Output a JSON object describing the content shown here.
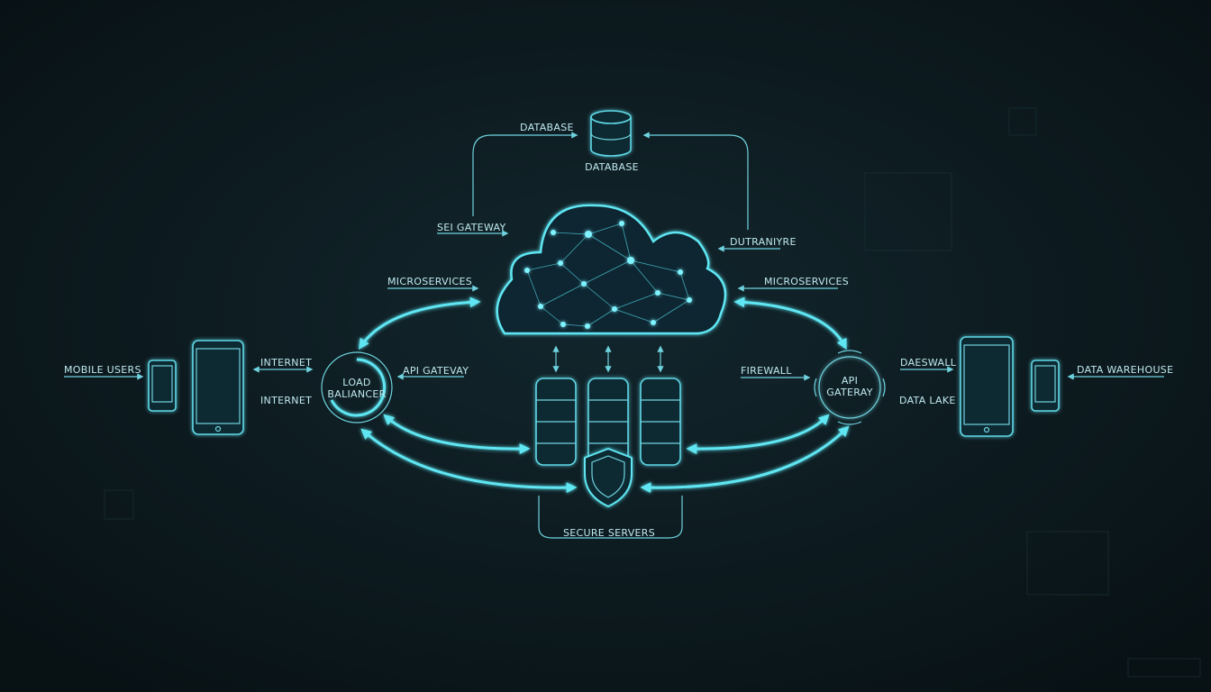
{
  "colors": {
    "background": "#0b1519",
    "accent": "#5fe6f2",
    "text": "#bfe9ef"
  },
  "labels": {
    "database_top": "DATABASE",
    "database_caption": "DATABASE",
    "sei_gateway": "SEI GATEWAY",
    "dutranyre": "DUTRANIYRE",
    "microservices_left": "MICROSERVICES",
    "microservices_right": "MICROSERVICES",
    "mobile_users": "MOBILE USERS",
    "internet_top": "INTERNET",
    "internet_bottom": "INTERNET",
    "load_balancer_line1": "LOAD",
    "load_balancer_line2": "BALIANCER",
    "api_gatevay": "API GATEVAY",
    "firewall": "FIREWALL",
    "api_gateway_line1": "API",
    "api_gateway_line2": "GATERAY",
    "daeswall": "DAESWALL",
    "data_lake": "DATA LAKE",
    "data_warehouse": "DATA WAREHOUSE",
    "secure_servers": "SECURE SERVERS"
  },
  "icons": [
    "database-icon",
    "cloud-network-icon",
    "server-rack-icon",
    "shield-icon",
    "smartphone-icon",
    "tablet-icon",
    "load-balancer-icon",
    "api-gateway-icon"
  ]
}
